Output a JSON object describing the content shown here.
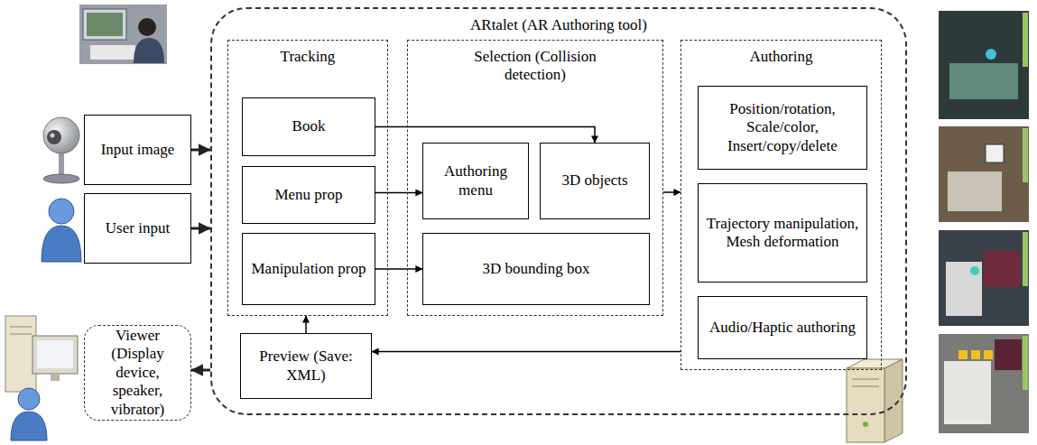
{
  "diagram": {
    "nodes": [
      {
        "text": [
          "ARtalet (AR Authoring tool)"
        ]
      },
      {
        "text": [
          "Input image"
        ]
      },
      {
        "text": [
          "User input"
        ]
      },
      {
        "text": [
          "Tracking"
        ],
        "in": 0
      },
      {
        "text": [
          "Book"
        ],
        "in": 3
      },
      {
        "text": [
          "Menu prop"
        ],
        "in": 3
      },
      {
        "text": [
          "Manipulation prop"
        ],
        "in": 3
      },
      {
        "text": [
          "Selection (Collision detection)"
        ],
        "in": 0
      },
      {
        "text": [
          "Authoring menu"
        ],
        "in": 7
      },
      {
        "text": [
          "3D objects"
        ],
        "in": 7
      },
      {
        "text": [
          "3D bounding box"
        ],
        "in": 7
      },
      {
        "text": [
          "Authoring"
        ],
        "in": 0
      },
      {
        "text": [
          "Position/rotation, Scale/color, Insert/copy/delete"
        ],
        "in": 11
      },
      {
        "text": [
          "Trajectory manipulation, Mesh deformation"
        ],
        "in": 11
      },
      {
        "text": [
          "Audio/Haptic authoring"
        ],
        "in": 11
      },
      {
        "text": [
          "Preview (Save: XML)"
        ],
        "in": 0
      },
      {
        "text": [
          "Viewer (Display device, speaker, vibrator)"
        ]
      }
    ],
    "edges": [
      {
        "from": 1,
        "to": 0,
        "arrow": "to"
      },
      {
        "from": 2,
        "to": 0,
        "arrow": "to"
      },
      {
        "from": 0,
        "to": 16,
        "arrow": "to"
      },
      {
        "from": 4,
        "to": 9,
        "arrow": "to"
      },
      {
        "from": 5,
        "to": 8,
        "arrow": "to"
      },
      {
        "from": 6,
        "to": 10,
        "arrow": "to"
      },
      {
        "from": 7,
        "to": 11,
        "arrow": "to"
      },
      {
        "from": 11,
        "to": 15,
        "arrow": "to"
      },
      {
        "from": 15,
        "to": 3,
        "arrow": "to"
      }
    ]
  }
}
